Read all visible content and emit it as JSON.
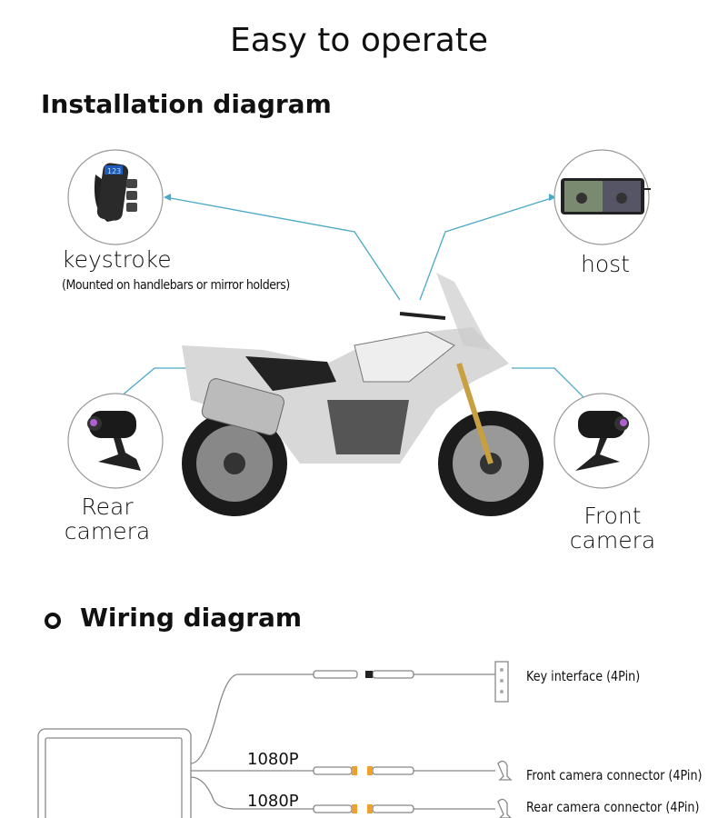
{
  "title": "Easy to operate",
  "installation": {
    "heading": "Installation diagram",
    "keystroke": {
      "label": "keystroke",
      "note": "(Mounted on handlebars or mirror holders)",
      "screen": "123"
    },
    "host": {
      "label": "host"
    },
    "rear_camera": {
      "label_line1": "Rear",
      "label_line2": "camera"
    },
    "front_camera": {
      "label_line1": "Front",
      "label_line2": "camera"
    },
    "accent_color": "#4aa8c8"
  },
  "wiring": {
    "heading": "Wiring diagram",
    "key_interface": "Key interface (4Pin)",
    "front_resolution": "1080P",
    "front_connector": "Front camera connector (4Pin)",
    "rear_resolution": "1080P",
    "rear_connector": "Rear camera connector (4Pin)",
    "connector_color": "#f0a030"
  }
}
